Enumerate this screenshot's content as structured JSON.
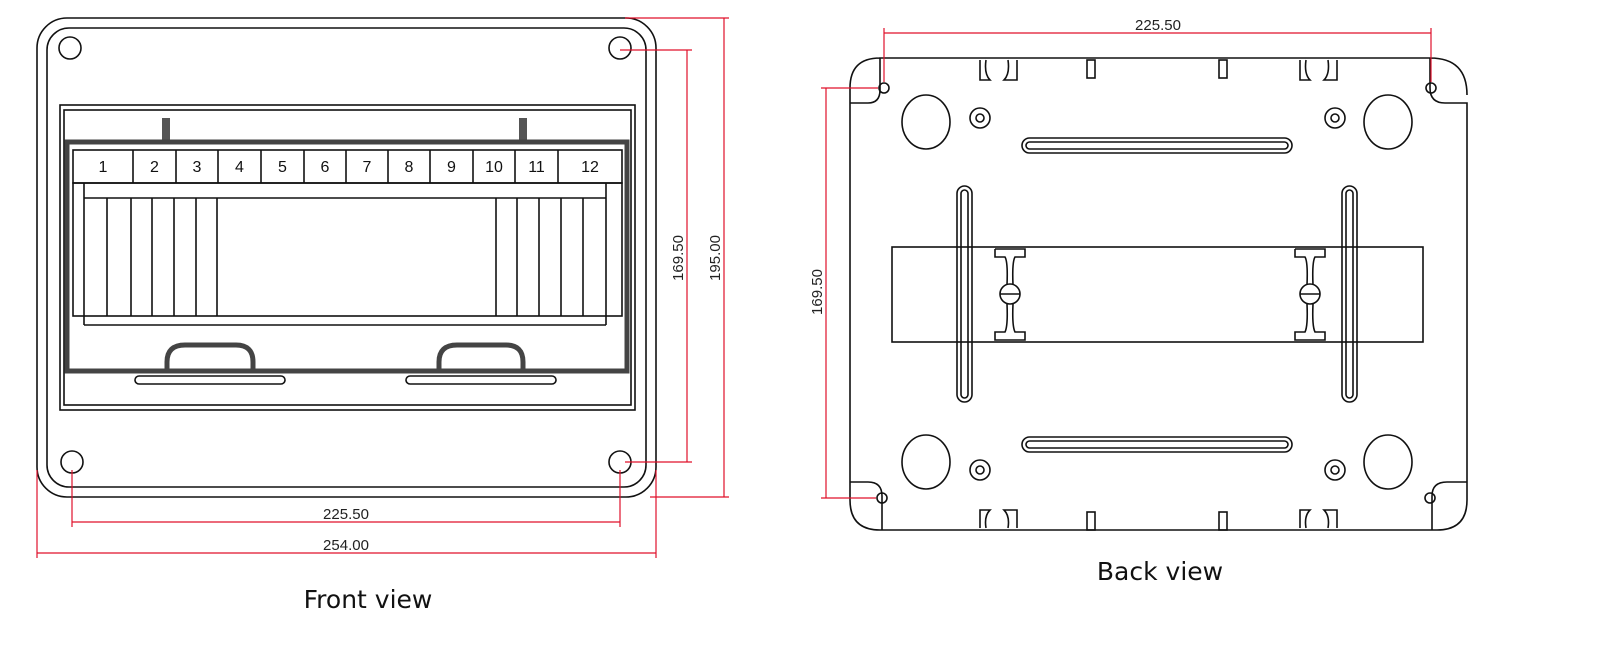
{
  "front_view": {
    "caption": "Front view",
    "module_numbers": [
      "1",
      "2",
      "3",
      "4",
      "5",
      "6",
      "7",
      "8",
      "9",
      "10",
      "11",
      "12"
    ],
    "dimensions": {
      "hole_spacing_width": "225.50",
      "overall_width": "254.00",
      "hole_spacing_height": "169.50",
      "overall_height": "195.00"
    }
  },
  "back_view": {
    "caption": "Back view",
    "dimensions": {
      "hole_spacing_width": "225.50",
      "hole_spacing_height": "169.50"
    }
  },
  "colors": {
    "dimension_line": "#e0102a",
    "outline": "#111111",
    "frame": "#444444"
  }
}
